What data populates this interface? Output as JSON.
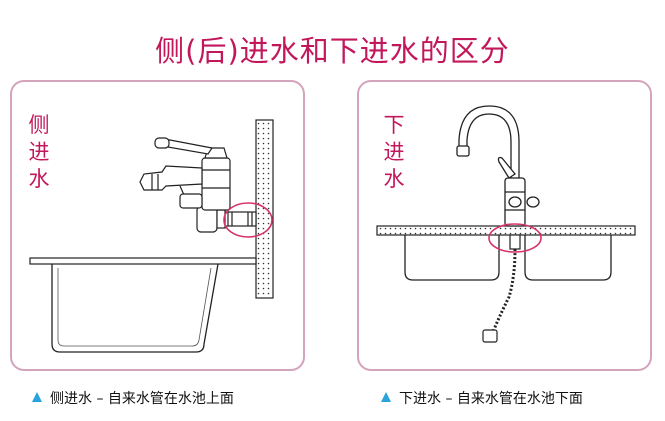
{
  "title": "侧(后)进水和下进水的区分",
  "left_panel": {
    "label_chars": [
      "侧",
      "进",
      "水"
    ],
    "caption": "侧进水 – 自来水管在水池上面"
  },
  "right_panel": {
    "label_chars": [
      "下",
      "进",
      "水"
    ],
    "caption": "下进水 – 自来水管在水池下面"
  },
  "colors": {
    "title": "#c2185b",
    "panel_border": "#d3a4bc",
    "highlight_circle": "#d6336c",
    "bullet": "#29a3db"
  },
  "icons": [
    "triangle-bullet-icon"
  ]
}
